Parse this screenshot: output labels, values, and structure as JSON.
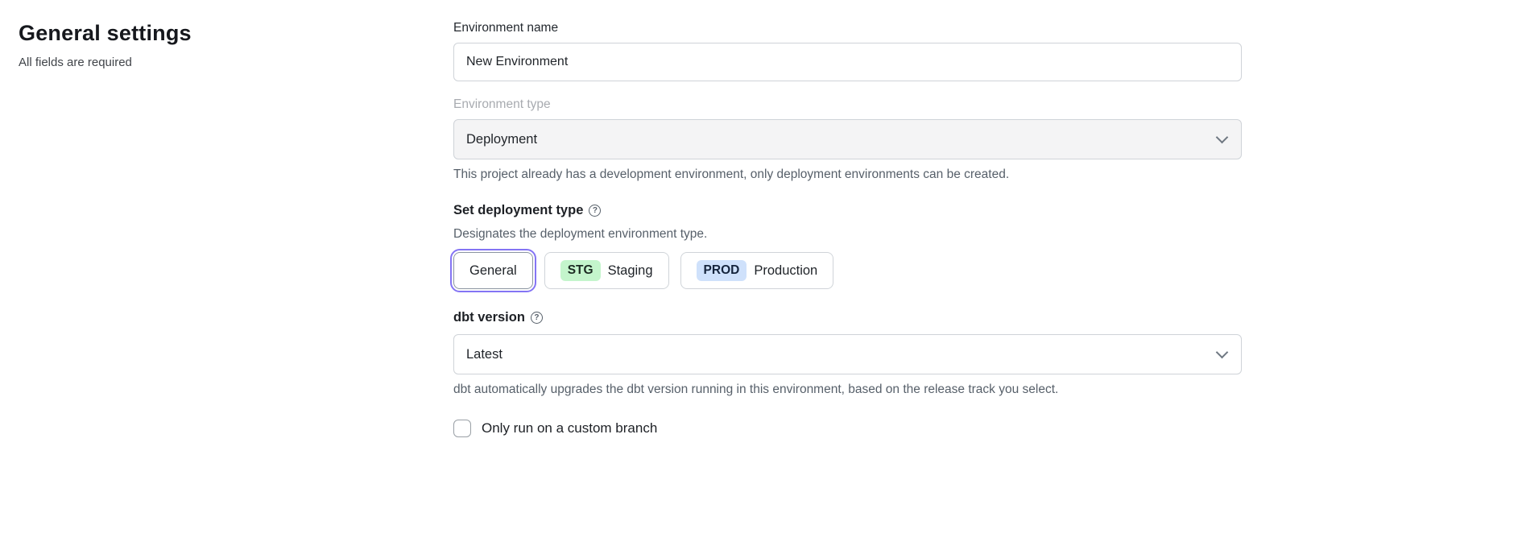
{
  "page": {
    "title": "General settings",
    "subtitle": "All fields are required"
  },
  "form": {
    "environment_name": {
      "label": "Environment name",
      "value": "New Environment"
    },
    "environment_type": {
      "label": "Environment type",
      "value": "Deployment",
      "helper": "This project already has a development environment, only deployment environments can be created."
    },
    "deployment_type": {
      "label": "Set deployment type",
      "helper": "Designates the deployment environment type.",
      "options": [
        {
          "badge": "",
          "label": "General",
          "selected": true
        },
        {
          "badge": "STG",
          "label": "Staging",
          "selected": false
        },
        {
          "badge": "PROD",
          "label": "Production",
          "selected": false
        }
      ]
    },
    "dbt_version": {
      "label": "dbt version",
      "value": "Latest",
      "helper": "dbt automatically upgrades the dbt version running in this environment, based on the release track you select."
    },
    "custom_branch": {
      "label": "Only run on a custom branch",
      "checked": false
    }
  },
  "colors": {
    "accent_purple": "#8474f4",
    "stg_badge": "#c4f5cc",
    "prod_badge": "#cfe1fb"
  },
  "icons": {
    "help": "?"
  }
}
